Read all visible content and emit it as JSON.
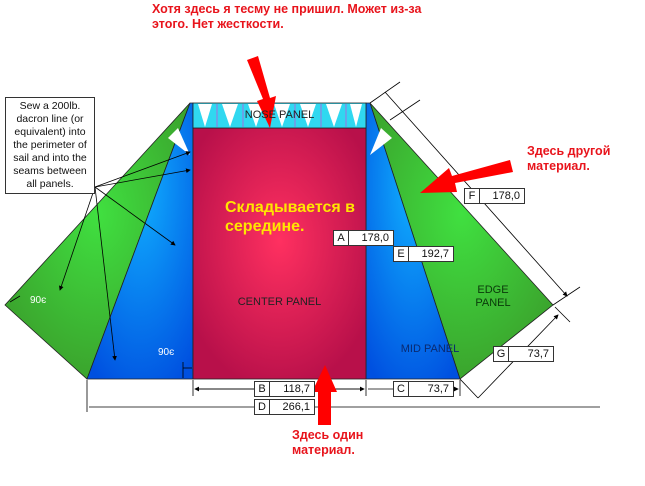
{
  "notes": {
    "top": "Хотя здесь я тесму не пришил. Может из-за этого. Нет жесткости.",
    "right": "Здесь другой материал.",
    "bottom": "Здесь один материал.",
    "center": "Складывается в середине.",
    "sew": "Sew  a 200lb. dacron line (or equivalent) into the perimeter of sail and into the seams between all panels."
  },
  "panels": {
    "nose": "NOSE PANEL",
    "center": "CENTER PANEL",
    "mid": "MID PANEL",
    "edge": "EDGE PANEL"
  },
  "angles": {
    "left": "90є",
    "bottom": "90є"
  },
  "dimensions": [
    {
      "key": "A",
      "value": "178,0"
    },
    {
      "key": "B",
      "value": "118,7"
    },
    {
      "key": "C",
      "value": "73,7"
    },
    {
      "key": "D",
      "value": "266,1"
    },
    {
      "key": "E",
      "value": "192,7"
    },
    {
      "key": "F",
      "value": "178,0"
    },
    {
      "key": "G",
      "value": "73,7"
    }
  ],
  "colors": {
    "center": "#d01854",
    "mid": "#0a7ef0",
    "edge": "#3fbf2a",
    "nose": "#30d8f0",
    "arrow": "#ff0000"
  }
}
